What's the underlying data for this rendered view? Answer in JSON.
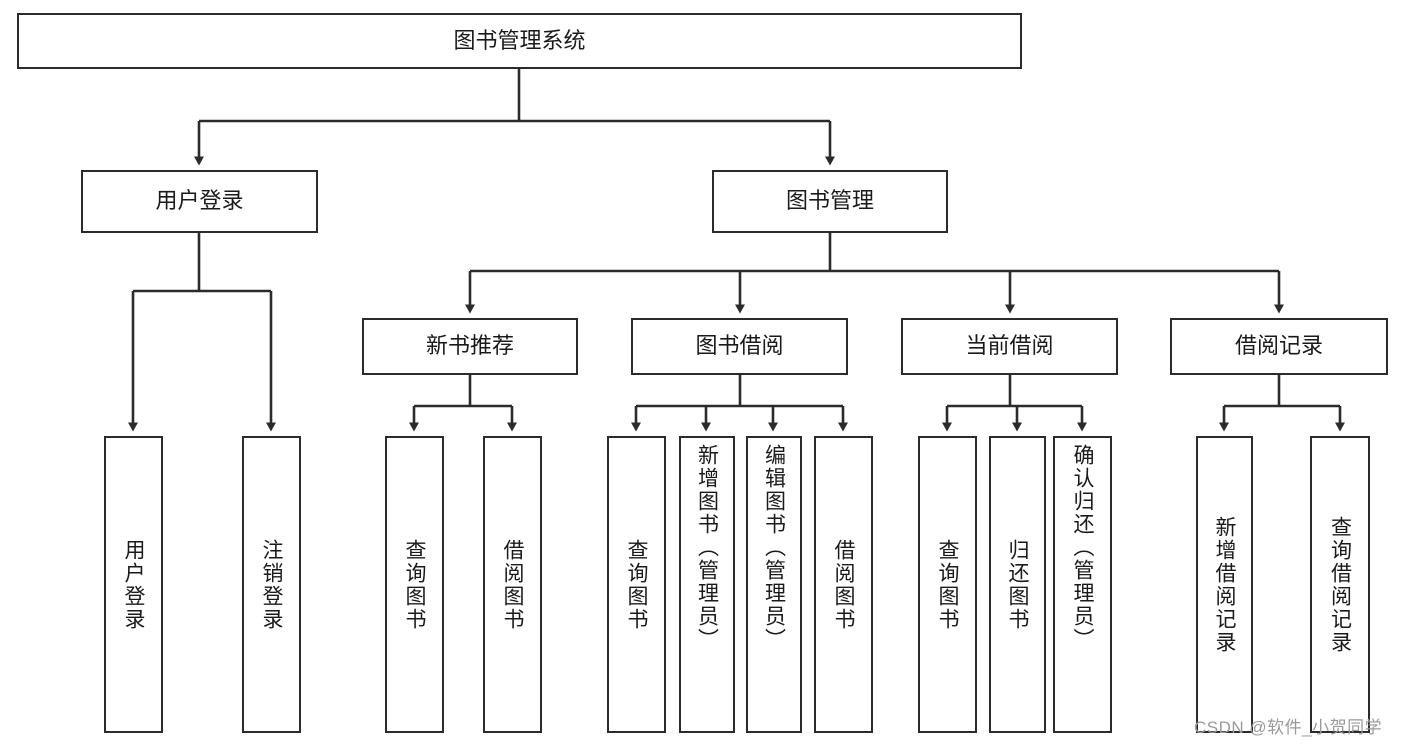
{
  "diagram": {
    "type": "tree-hierarchy-functional-decomposition",
    "title": "图书管理系统",
    "root": {
      "label": "图书管理系统",
      "id": "root"
    },
    "level2": [
      {
        "id": "user-login",
        "label": "用户登录"
      },
      {
        "id": "book-management",
        "label": "图书管理"
      }
    ],
    "level3": [
      {
        "id": "new-book-recommend",
        "label": "新书推荐",
        "parent": "book-management"
      },
      {
        "id": "book-borrow",
        "label": "图书借阅",
        "parent": "book-management"
      },
      {
        "id": "current-borrow",
        "label": "当前借阅",
        "parent": "book-management"
      },
      {
        "id": "borrow-record",
        "label": "借阅记录",
        "parent": "book-management"
      }
    ],
    "leaves": [
      {
        "id": "leaf-user-login",
        "label": "用户登录",
        "parent": "user-login"
      },
      {
        "id": "leaf-logout-login",
        "label": "注销登录",
        "parent": "user-login"
      },
      {
        "id": "leaf-query-book-1",
        "label": "查询图书",
        "parent": "new-book-recommend"
      },
      {
        "id": "leaf-borrow-book-1",
        "label": "借阅图书",
        "parent": "new-book-recommend"
      },
      {
        "id": "leaf-query-book-2",
        "label": "查询图书",
        "parent": "book-borrow"
      },
      {
        "id": "leaf-add-book",
        "label": "新增图书（管理员）",
        "parent": "book-borrow"
      },
      {
        "id": "leaf-edit-book",
        "label": "编辑图书（管理员）",
        "parent": "book-borrow"
      },
      {
        "id": "leaf-borrow-book-2",
        "label": "借阅图书",
        "parent": "book-borrow"
      },
      {
        "id": "leaf-query-book-3",
        "label": "查询图书",
        "parent": "current-borrow"
      },
      {
        "id": "leaf-return-book",
        "label": "归还图书",
        "parent": "current-borrow"
      },
      {
        "id": "leaf-confirm-return",
        "label": "确认归还（管理员）",
        "parent": "current-borrow"
      },
      {
        "id": "leaf-add-record",
        "label": "新增借阅记录",
        "parent": "borrow-record"
      },
      {
        "id": "leaf-query-record",
        "label": "查询借阅记录",
        "parent": "borrow-record"
      }
    ],
    "colors": {
      "border": "#2b2b2b",
      "background": "#ffffff",
      "text": "#1a1a1a",
      "connector": "#2b2b2b",
      "watermark": "#9a9a9a"
    }
  },
  "watermark": {
    "text": "CSDN @软件_小贺同学"
  }
}
